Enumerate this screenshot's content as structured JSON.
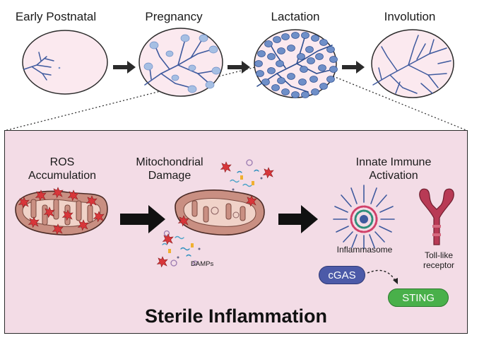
{
  "stages": [
    "Early Postnatal",
    "Pregnancy",
    "Lactation",
    "Involution"
  ],
  "panel": {
    "ros_label": "ROS\nAccumulation",
    "mito_label": "Mitochondrial\nDamage",
    "immune_label": "Innate Immune\nActivation",
    "damps_label": "DAMPs",
    "inflammasome_label": "Inflammasome",
    "tlr_label": "Toll-like\nreceptor",
    "cgas_label": "cGAS",
    "sting_label": "STING",
    "title": "Sterile Inflammation"
  },
  "colors": {
    "panel_bg": "#f3dce6",
    "tissue_fill": "#fbe9ef",
    "duct": "#3f5a9e",
    "alveoli": "#6f8fc8",
    "mito": "#c98f82",
    "ros": "#d8363a",
    "cgas": "#4c5aa8",
    "sting": "#49b04a"
  },
  "icons": [
    "right-arrow-icon",
    "ros-star-icon",
    "mitochondrion-icon",
    "inflammasome-icon",
    "toll-like-receptor-icon"
  ]
}
